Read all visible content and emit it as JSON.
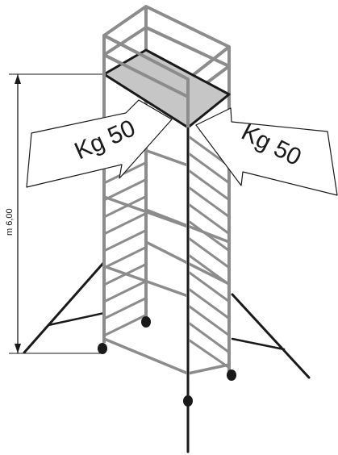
{
  "diagram": {
    "height_label": "m 6,00",
    "load_label_left": "Kg 50",
    "load_label_right": "Kg 50"
  },
  "colors": {
    "frame": "#8c8c8c",
    "platform": "#c6c6c6",
    "outline": "#1a1a1a",
    "arrow_fill": "#ffffff"
  }
}
